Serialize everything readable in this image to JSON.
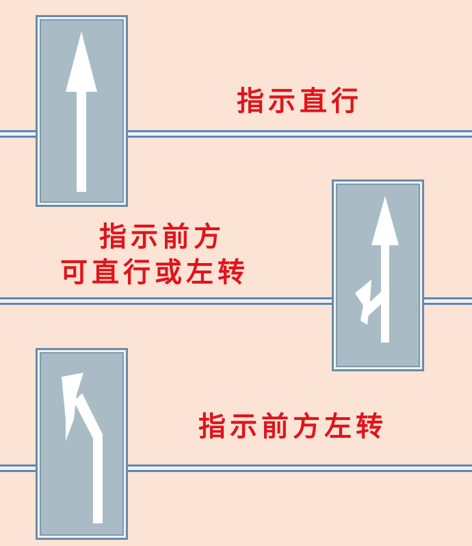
{
  "colors": {
    "background": "#fbe3d5",
    "label_red": "#e0141b",
    "lane_blue": "#5d86b5",
    "sign_frame": "#6b8aa8",
    "sign_fill": "#a9bcc5",
    "arrow_white": "#ffffff"
  },
  "signs": [
    {
      "icon": "straight-arrow-icon",
      "label_lines": [
        "指示直行"
      ]
    },
    {
      "icon": "straight-or-left-turn-arrow-icon",
      "label_lines": [
        "指示前方",
        "可直行或左转"
      ]
    },
    {
      "icon": "left-turn-arrow-icon",
      "label_lines": [
        "指示前方左转"
      ]
    }
  ]
}
